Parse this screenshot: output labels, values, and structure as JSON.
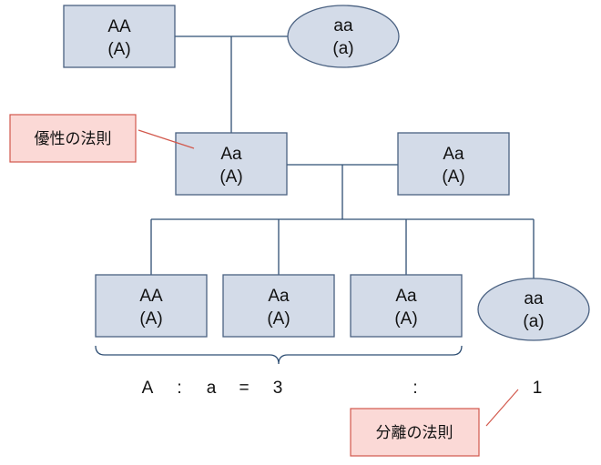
{
  "diagram": {
    "nodes": {
      "p1": {
        "genotype": "AA",
        "phenotype": "(A)"
      },
      "p2": {
        "genotype": "aa",
        "phenotype": "(a)"
      },
      "f1a": {
        "genotype": "Aa",
        "phenotype": "(A)"
      },
      "f1b": {
        "genotype": "Aa",
        "phenotype": "(A)"
      },
      "f2a": {
        "genotype": "AA",
        "phenotype": "(A)"
      },
      "f2b": {
        "genotype": "Aa",
        "phenotype": "(A)"
      },
      "f2c": {
        "genotype": "Aa",
        "phenotype": "(A)"
      },
      "f2d": {
        "genotype": "aa",
        "phenotype": "(a)"
      }
    },
    "ratio": {
      "dominant": "A",
      "colon1": ":",
      "recessive": "a",
      "equals": "=",
      "dominant_count": "3",
      "colon2": ":",
      "recessive_count": "1"
    },
    "callouts": {
      "dominance_law": "優性の法則",
      "segregation_law": "分離の法則"
    },
    "colors": {
      "node_fill": "#d3dbe8",
      "node_stroke": "#4a6181",
      "line": "#2f4f74",
      "callout_fill": "#fbd9d6",
      "callout_stroke": "#d2584c"
    }
  }
}
